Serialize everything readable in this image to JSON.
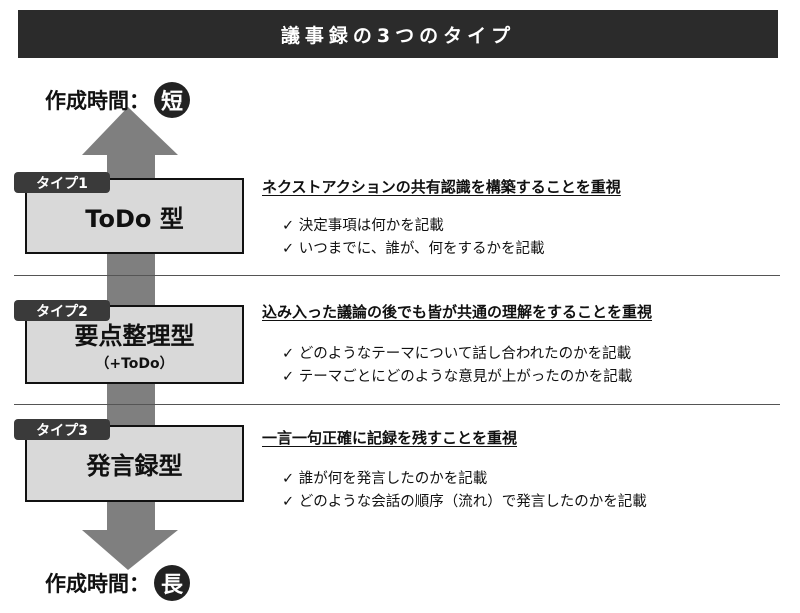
{
  "title": "議事録の3つのタイプ",
  "time_short": {
    "label": "作成時間：",
    "value": "短"
  },
  "time_long": {
    "label": "作成時間：",
    "value": "長"
  },
  "types": [
    {
      "tag": "タイプ1",
      "name": "ToDo 型",
      "sub": "",
      "heading": "ネクストアクションの共有認識を構築することを重視",
      "bullets": [
        "✓ 決定事項は何かを記載",
        "✓ いつまでに、誰が、何をするかを記載"
      ]
    },
    {
      "tag": "タイプ2",
      "name": "要点整理型",
      "sub": "（+ToDo）",
      "heading": "込み入った議論の後でも皆が共通の理解をすることを重視",
      "bullets": [
        "✓ どのようなテーマについて話し合われたのかを記載",
        "✓ テーマごとにどのような意見が上がったのかを記載"
      ]
    },
    {
      "tag": "タイプ3",
      "name": "発言録型",
      "sub": "",
      "heading": "一言一句正確に記録を残すことを重視",
      "bullets": [
        "✓ 誰が何を発言したのかを記載",
        "✓ どのような会話の順序（流れ）で発言したのかを記載"
      ]
    }
  ]
}
